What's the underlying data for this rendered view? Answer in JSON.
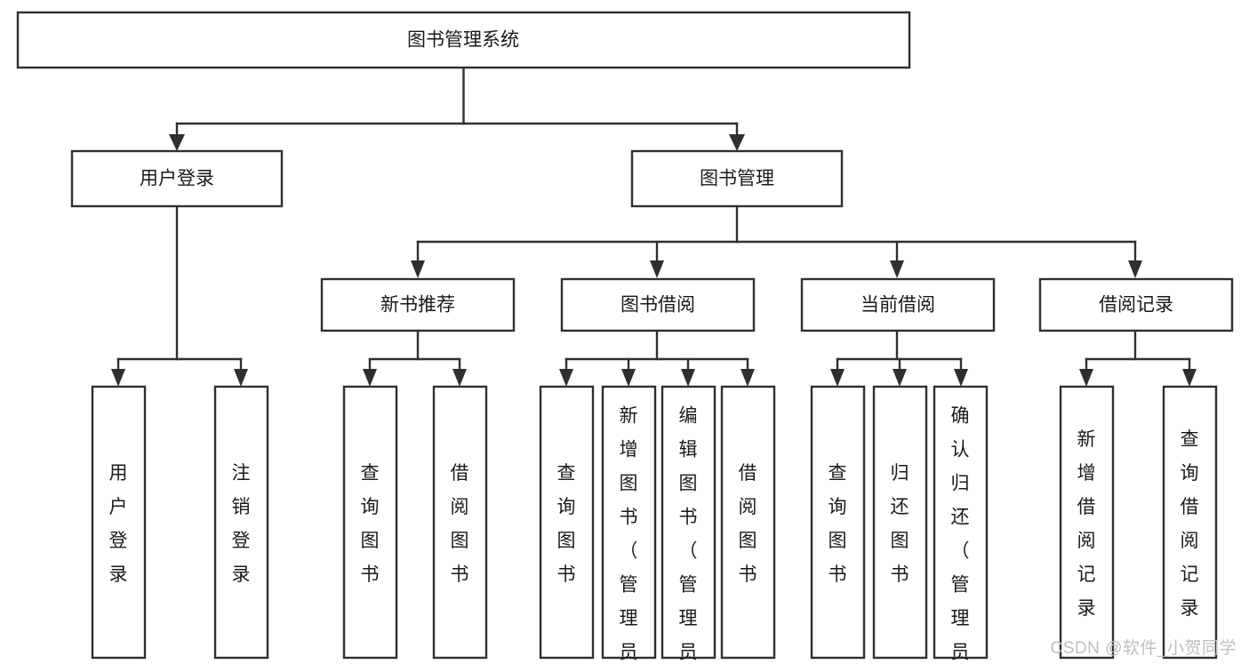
{
  "diagram": {
    "title": "图书管理系统",
    "type": "hierarchy-tree",
    "colors": {
      "node_stroke": "#2f2f2f",
      "node_fill": "#ffffff",
      "connector": "#2f2f2f",
      "text": "#1a1a1a",
      "background": "#ffffff",
      "watermark": "#bfbfbf"
    },
    "levels": {
      "level0": [
        {
          "id": "root",
          "label": "图书管理系统",
          "orientation": "horizontal"
        }
      ],
      "level1": [
        {
          "id": "user-login",
          "label": "用户登录",
          "orientation": "horizontal",
          "parent": "root"
        },
        {
          "id": "book-manage",
          "label": "图书管理",
          "orientation": "horizontal",
          "parent": "root"
        }
      ],
      "level2": [
        {
          "id": "new-book-recommend",
          "label": "新书推荐",
          "orientation": "horizontal",
          "parent": "book-manage"
        },
        {
          "id": "book-borrow",
          "label": "图书借阅",
          "orientation": "horizontal",
          "parent": "book-manage"
        },
        {
          "id": "current-borrow",
          "label": "当前借阅",
          "orientation": "horizontal",
          "parent": "book-manage"
        },
        {
          "id": "borrow-record",
          "label": "借阅记录",
          "orientation": "horizontal",
          "parent": "book-manage"
        }
      ],
      "level3": [
        {
          "id": "leaf-user-login",
          "label": "用户登录",
          "orientation": "vertical",
          "parent": "user-login",
          "align": "middle"
        },
        {
          "id": "leaf-logout",
          "label": "注销登录",
          "orientation": "vertical",
          "parent": "user-login",
          "align": "middle"
        },
        {
          "id": "leaf-query-book-1",
          "label": "查询图书",
          "orientation": "vertical",
          "parent": "new-book-recommend",
          "align": "middle"
        },
        {
          "id": "leaf-borrow-book-1",
          "label": "借阅图书",
          "orientation": "vertical",
          "parent": "new-book-recommend",
          "align": "middle"
        },
        {
          "id": "leaf-query-book-2",
          "label": "查询图书",
          "orientation": "vertical",
          "parent": "book-borrow",
          "align": "middle"
        },
        {
          "id": "leaf-add-book",
          "label": "新增图书（管理员）",
          "orientation": "vertical",
          "parent": "book-borrow",
          "align": "top"
        },
        {
          "id": "leaf-edit-book",
          "label": "编辑图书（管理员）",
          "orientation": "vertical",
          "parent": "book-borrow",
          "align": "top"
        },
        {
          "id": "leaf-borrow-book-2",
          "label": "借阅图书",
          "orientation": "vertical",
          "parent": "book-borrow",
          "align": "middle"
        },
        {
          "id": "leaf-query-book-3",
          "label": "查询图书",
          "orientation": "vertical",
          "parent": "current-borrow",
          "align": "middle"
        },
        {
          "id": "leaf-return-book",
          "label": "归还图书",
          "orientation": "vertical",
          "parent": "current-borrow",
          "align": "middle"
        },
        {
          "id": "leaf-confirm-return",
          "label": "确认归还（管理员）",
          "orientation": "vertical",
          "parent": "current-borrow",
          "align": "top"
        },
        {
          "id": "leaf-add-record",
          "label": "新增借阅记录",
          "orientation": "vertical",
          "parent": "borrow-record",
          "align": "middle"
        },
        {
          "id": "leaf-query-record",
          "label": "查询借阅记录",
          "orientation": "vertical",
          "parent": "borrow-record",
          "align": "middle"
        }
      ]
    },
    "watermark": "CSDN @软件_小贺同学"
  }
}
